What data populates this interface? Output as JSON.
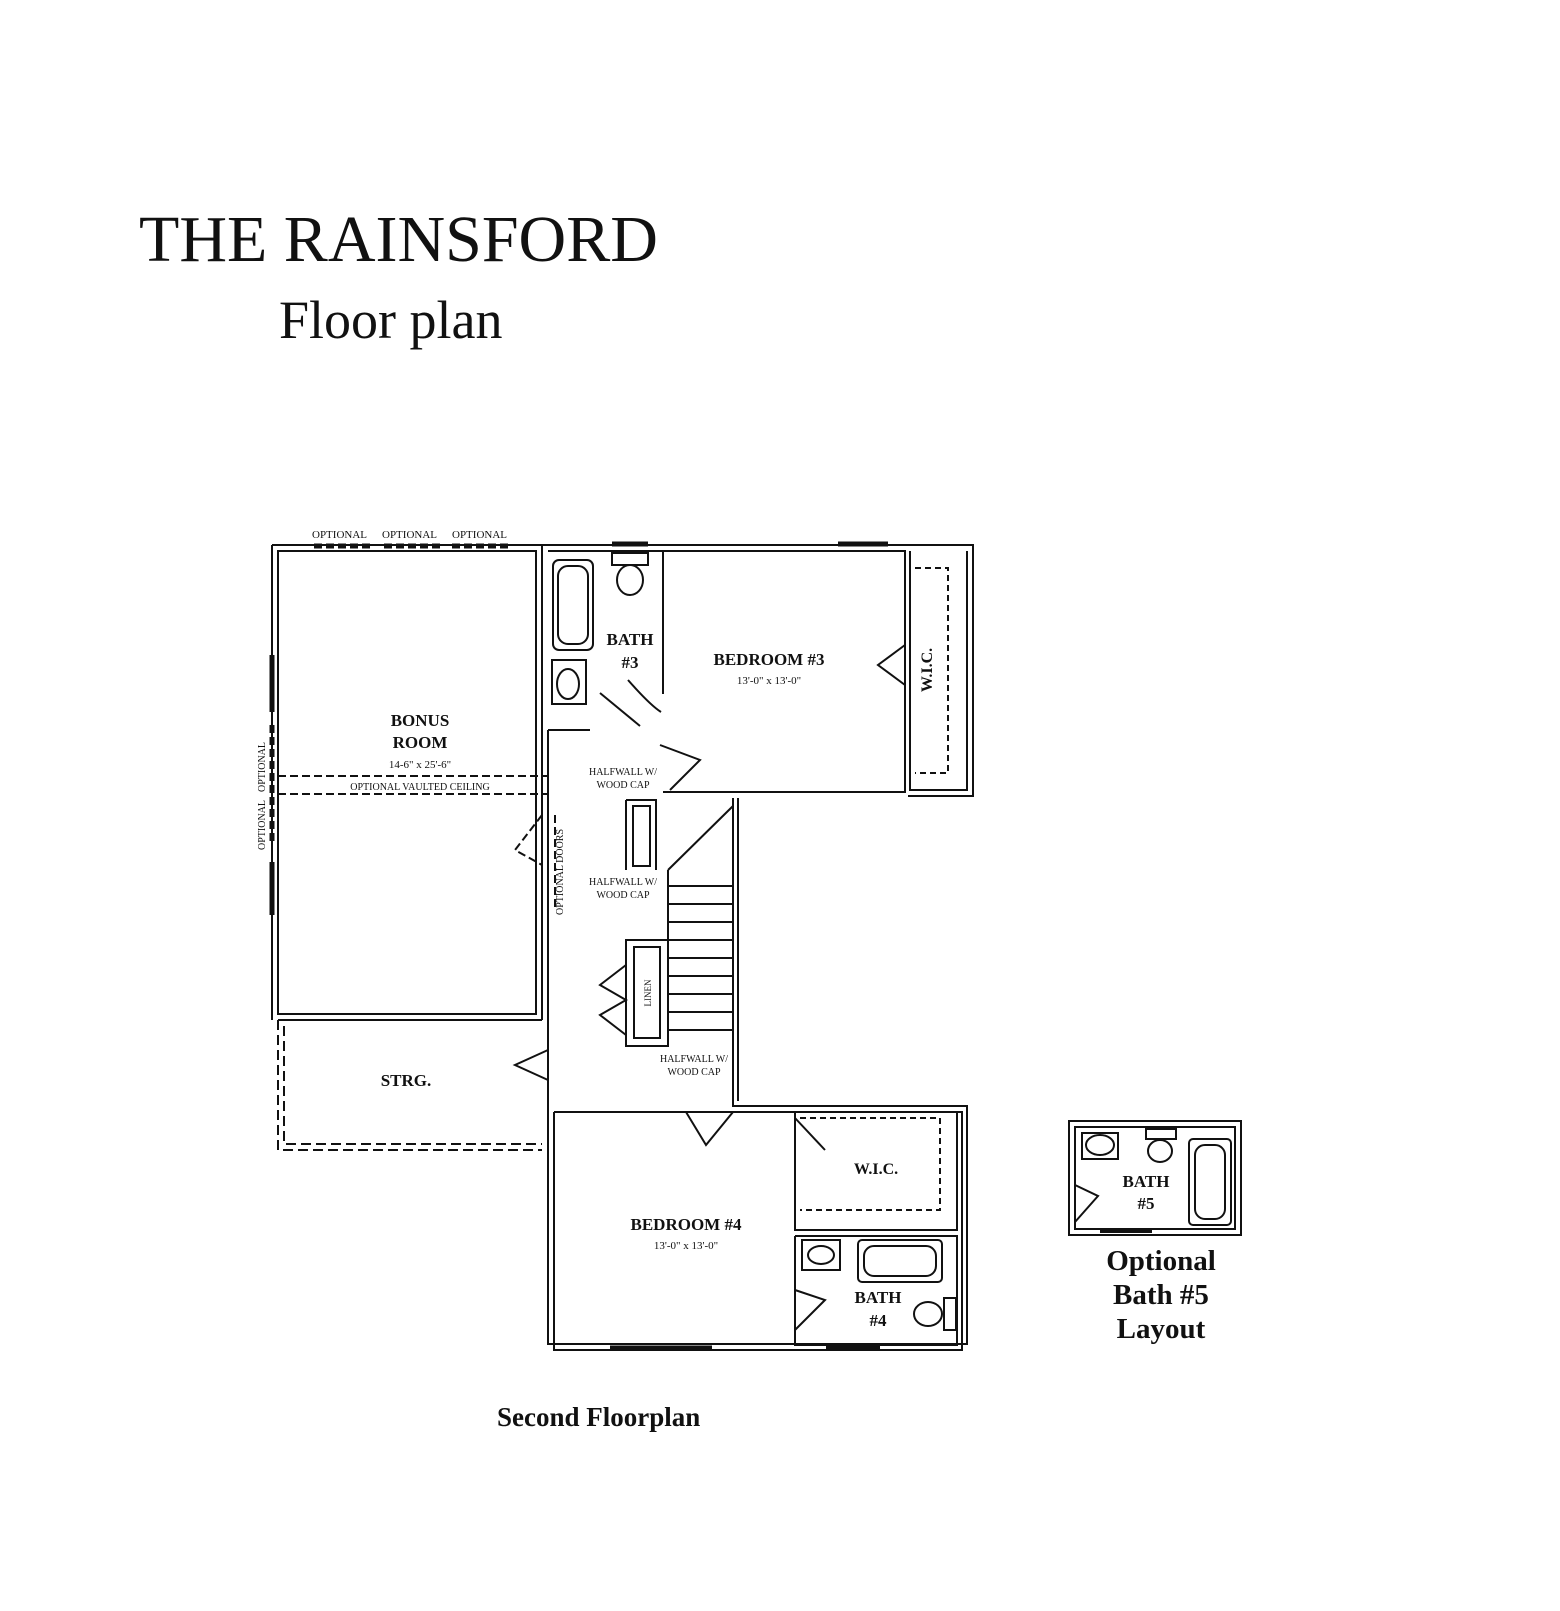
{
  "header": {
    "title": "THE RAINSFORD",
    "subtitle": "Floor plan"
  },
  "plan": {
    "caption": "Second Floorplan",
    "rooms": {
      "bonus_room": {
        "name_line1": "BONUS",
        "name_line2": "ROOM",
        "size": "14-6\" x 25'-6\""
      },
      "bath3": {
        "name_line1": "BATH",
        "name_line2": "#3"
      },
      "bedroom3": {
        "name": "BEDROOM #3",
        "size": "13'-0\" x 13'-0\""
      },
      "wic_upper": {
        "name": "W.I.C."
      },
      "storage": {
        "name": "STRG."
      },
      "bedroom4": {
        "name": "BEDROOM #4",
        "size": "13'-0\" x 13'-0\""
      },
      "wic_lower": {
        "name": "W.I.C."
      },
      "bath4": {
        "name_line1": "BATH",
        "name_line2": "#4"
      },
      "linen": {
        "name": "LINEN"
      }
    },
    "notes": {
      "optional": "OPTIONAL",
      "optional_vaulted_ceiling": "OPTIONAL VAULTED CEILING",
      "optional_doors": "OPTIONAL DOORS",
      "halfwall_line1": "HALFWALL W/",
      "halfwall_line2": "WOOD CAP"
    }
  },
  "optional_bath": {
    "room_line1": "BATH",
    "room_line2": "#5",
    "caption_line1": "Optional",
    "caption_line2": "Bath #5",
    "caption_line3": "Layout"
  }
}
